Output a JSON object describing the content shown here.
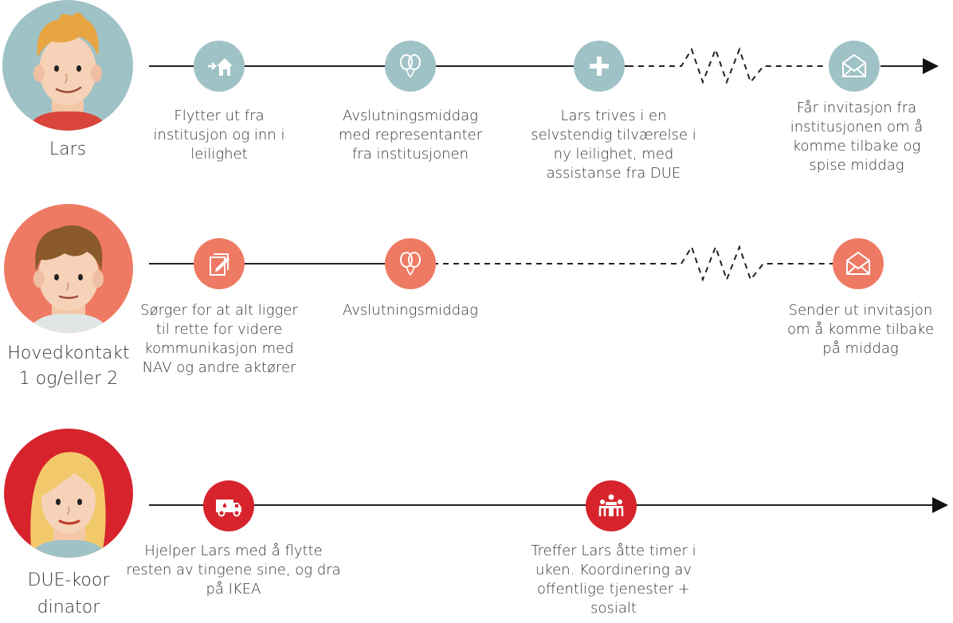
{
  "lanes": [
    {
      "person": "Lars",
      "color": "#9fc2c6",
      "events": [
        {
          "icon": "move-house-icon",
          "caption": "Flytter ut fra institusjon og inn i leilighet"
        },
        {
          "icon": "balloons-icon",
          "caption": "Avslutningsmiddag med representanter fra institusjonen"
        },
        {
          "icon": "plus-icon",
          "caption": "Lars trives i en selvstendig tilværelse i ny leilighet, med assistanse fra DUE"
        },
        {
          "icon": "envelope-icon",
          "caption": "Får invitasjon fra institusjonen om å komme tilbake og spise middag"
        }
      ]
    },
    {
      "person": "Hovedkontakt 1 og/eller 2",
      "color": "#ee7a63",
      "events": [
        {
          "icon": "document-edit-icon",
          "caption": "Sørger for at alt ligger til rette for videre kommunikasjon med NAV og andre aktører"
        },
        {
          "icon": "balloons-icon",
          "caption": "Avslutningsmiddag"
        },
        {
          "icon": "envelope-icon",
          "caption": "Sender ut invitasjon om å komme tilbake på middag"
        }
      ]
    },
    {
      "person": "DUE-koordinator",
      "color": "#d7242c",
      "events": [
        {
          "icon": "van-icon",
          "caption": "Hjelper Lars med å flytte resten av tingene sine, og dra på IKEA"
        },
        {
          "icon": "meeting-icon",
          "caption": "Treffer Lars åtte timer i uken. Koordinering av offentlige tjenester + sosialt"
        }
      ]
    }
  ]
}
